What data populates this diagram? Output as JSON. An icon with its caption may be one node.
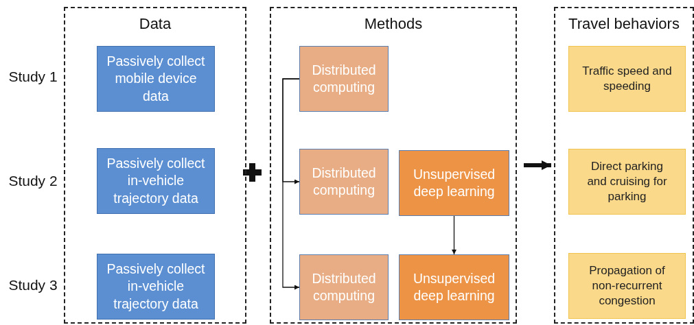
{
  "diagram": {
    "nodes": [
      {
        "text": [
          "Data"
        ]
      },
      {
        "text": [
          "Passively collect mobile device data"
        ],
        "in": 0
      },
      {
        "text": [
          "Passively collect in-vehicle trajectory data"
        ],
        "in": 0
      },
      {
        "text": [
          "Passively collect in-vehicle trajectory data"
        ],
        "in": 0
      },
      {
        "text": [
          "Methods"
        ]
      },
      {
        "text": [
          "Distributed computing"
        ],
        "in": 4
      },
      {
        "text": [
          "Distributed computing"
        ],
        "in": 4
      },
      {
        "text": [
          "Unsupervised deep learning"
        ],
        "in": 4
      },
      {
        "text": [
          "Distributed computing"
        ],
        "in": 4
      },
      {
        "text": [
          "Unsupervised deep learning"
        ],
        "in": 4
      },
      {
        "text": [
          "Travel behaviors"
        ]
      },
      {
        "text": [
          "Traffic speed and speeding"
        ],
        "in": 10
      },
      {
        "text": [
          "Direct parking and cruising for parking"
        ],
        "in": 10
      },
      {
        "text": [
          "Propagation of non-recurrent congestion"
        ],
        "in": 10
      }
    ],
    "edges": [
      {
        "from": 5,
        "to": 6,
        "arrow": "to"
      },
      {
        "from": 5,
        "to": 8,
        "arrow": "to"
      },
      {
        "from": 7,
        "to": 9,
        "arrow": "to"
      },
      {
        "from": 4,
        "to": 10,
        "arrow": "to",
        "style": "thick"
      }
    ],
    "labels": [
      "Study 1",
      "Study 2",
      "Study 3"
    ]
  }
}
